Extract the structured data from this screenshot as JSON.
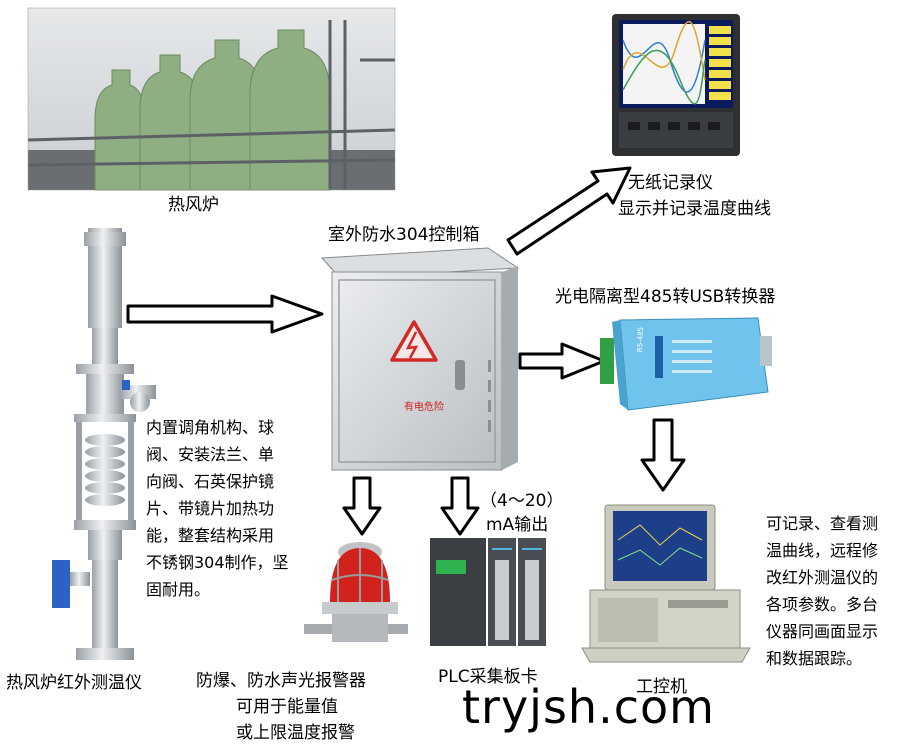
{
  "labels": {
    "stove": "热风炉",
    "box": "室外防水304控制箱",
    "recorder_1": "无纸记录仪",
    "recorder_2": "显示并记录温度曲线",
    "converter": "光电隔离型485转USB转换器",
    "thermometer": "热风炉红外测温仪",
    "alarm_1": "防爆、防水声光报警器",
    "alarm_2": "可用于能量值",
    "alarm_3": "或上限温度报警",
    "plc": "PLC采集板卡",
    "output_1": "（4～20）",
    "output_2": "mA输出",
    "ipc": "工控机",
    "warning_sign": "有电危险",
    "device_brand": "RS-485"
  },
  "thermometer_desc": [
    "内置调角机构、球",
    "阀、安装法兰、单",
    "向阀、石英保护镜",
    "片、带镜片加热功",
    "能，整套结构采用",
    "不锈钢304制作，坚",
    "固耐用。"
  ],
  "ipc_desc": [
    "可记录、查看测",
    "温曲线，远程修",
    "改红外测温仪的",
    "各项参数。多台",
    "仪器同画面显示",
    "和数据跟踪。"
  ],
  "watermark": "tryjsh.com",
  "colors": {
    "stove_green": "#8fae82",
    "sky": "#d9dde0",
    "steel": "#c8ccd0",
    "alarm_red": "#d1221e",
    "converter_blue": "#6fc3ec",
    "plc_dark": "#3b3f44"
  }
}
